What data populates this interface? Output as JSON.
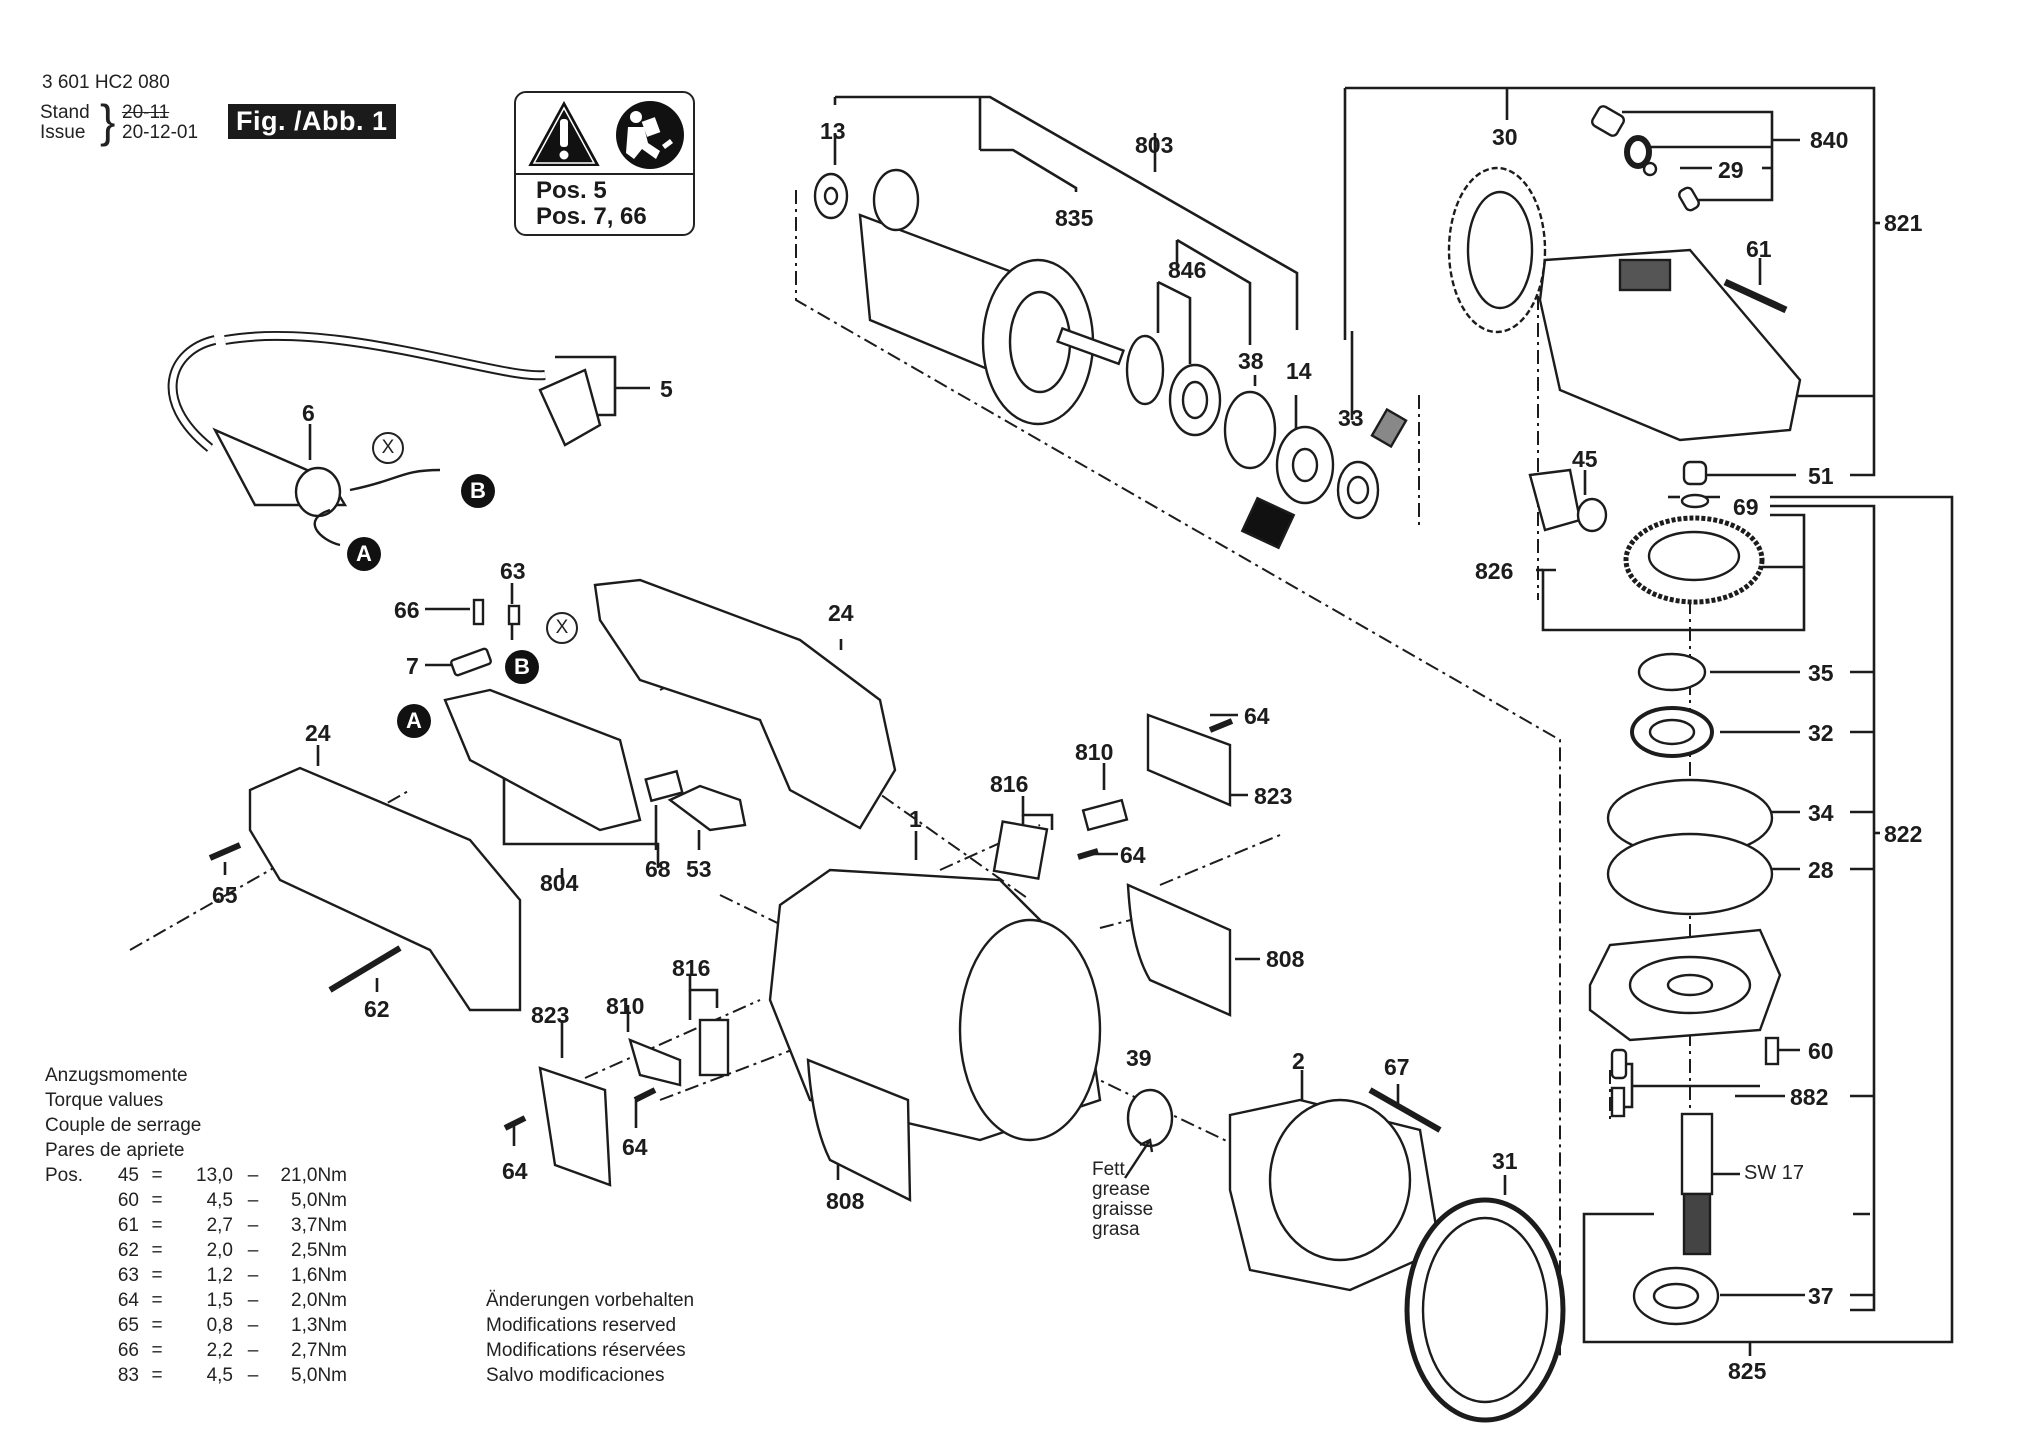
{
  "header": {
    "part_number": "3 601 HC2 080",
    "stand_label": "Stand",
    "issue_label": "Issue",
    "stand_old_date": "20-11",
    "issue_date": "20-12-01",
    "figure_label": "Fig. /Abb. 1"
  },
  "warning_box": {
    "icons": [
      "warning-triangle-icon",
      "read-manual-icon"
    ],
    "line1": "Pos. 5",
    "line2": "Pos. 7, 66"
  },
  "torque": {
    "titles": [
      "Anzugsmomente",
      "Torque values",
      "Couple de serrage",
      "Pares de apriete"
    ],
    "prefix": "Pos.",
    "rows": [
      {
        "pos": "45",
        "min": "13,0",
        "max": "21,0Nm"
      },
      {
        "pos": "60",
        "min": "4,5",
        "max": "5,0Nm"
      },
      {
        "pos": "61",
        "min": "2,7",
        "max": "3,7Nm"
      },
      {
        "pos": "62",
        "min": "2,0",
        "max": "2,5Nm"
      },
      {
        "pos": "63",
        "min": "1,2",
        "max": "1,6Nm"
      },
      {
        "pos": "64",
        "min": "1,5",
        "max": "2,0Nm"
      },
      {
        "pos": "65",
        "min": "0,8",
        "max": "1,3Nm"
      },
      {
        "pos": "66",
        "min": "2,2",
        "max": "2,7Nm"
      },
      {
        "pos": "83",
        "min": "4,5",
        "max": "5,0Nm"
      }
    ]
  },
  "disclaimer": [
    "Änderungen vorbehalten",
    "Modifications reserved",
    "Modifications réservées",
    "Salvo modificaciones"
  ],
  "grease_note": [
    "Fett",
    "grease",
    "graisse",
    "grasa"
  ],
  "connector_markers": {
    "a": "A",
    "b": "B",
    "x": "X"
  },
  "wrench_size": "SW 17",
  "part_labels": {
    "p13": "13",
    "p803": "803",
    "p835": "835",
    "p846": "846",
    "p38": "38",
    "p14": "14",
    "p33": "33",
    "p30": "30",
    "p840": "840",
    "p29": "29",
    "p821": "821",
    "p61": "61",
    "p45": "45",
    "p51": "51",
    "p69": "69",
    "p826": "826",
    "p35": "35",
    "p32": "32",
    "p34": "34",
    "p28": "28",
    "p822": "822",
    "p60": "60",
    "p882": "882",
    "p37": "37",
    "p825": "825",
    "p5": "5",
    "p6": "6",
    "p63": "63",
    "p66": "66",
    "p7": "7",
    "p24a": "24",
    "p24b": "24",
    "p804": "804",
    "p68": "68",
    "p53": "53",
    "p65": "65",
    "p62": "62",
    "p1": "1",
    "p816a": "816",
    "p810a": "810",
    "p64a": "64",
    "p823a": "823",
    "p64b": "64",
    "p808a": "808",
    "p816b": "816",
    "p810b": "810",
    "p823b": "823",
    "p64c": "64",
    "p64d": "64",
    "p808b": "808",
    "p39": "39",
    "p2": "2",
    "p67": "67",
    "p31": "31"
  }
}
